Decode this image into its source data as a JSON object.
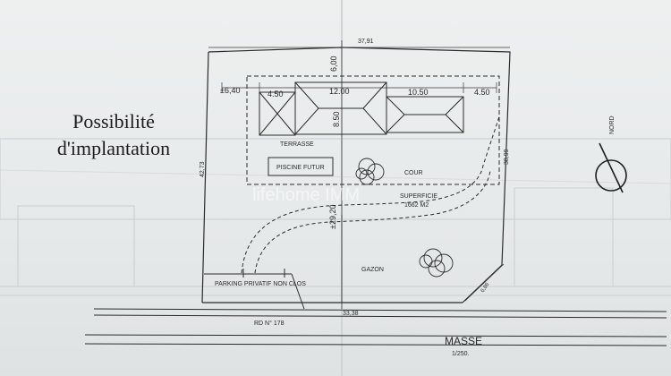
{
  "overlay": {
    "line1": "Possibilité",
    "line2": "d'implantation"
  },
  "watermark": "lifehome IMM",
  "dimensions": {
    "top_width": "37,91",
    "setback_top": "6,00",
    "left_offset": "±6,40",
    "seg_left": "4.50",
    "house_width": "12.00",
    "house_depth": "8.50",
    "seg_right": "10.50",
    "seg_right_margin": "4.50",
    "left_side": "42,73",
    "right_side": "38,99",
    "driveway": "±29,20",
    "bottom_width": "33,38",
    "bottom_right": "6,86"
  },
  "labels": {
    "terrace": "TERRASSE",
    "pool": "PISCINE FUTUR",
    "court": "COUR",
    "area_label": "SUPERFICIE",
    "area_value": "1662 M2",
    "lawn": "GAZON",
    "parking": "PARKING PRIVATIF NON CLOS",
    "road": "RD N° 178",
    "north": "NORD",
    "sheet_title": "MASSE",
    "scale": "1/250."
  }
}
